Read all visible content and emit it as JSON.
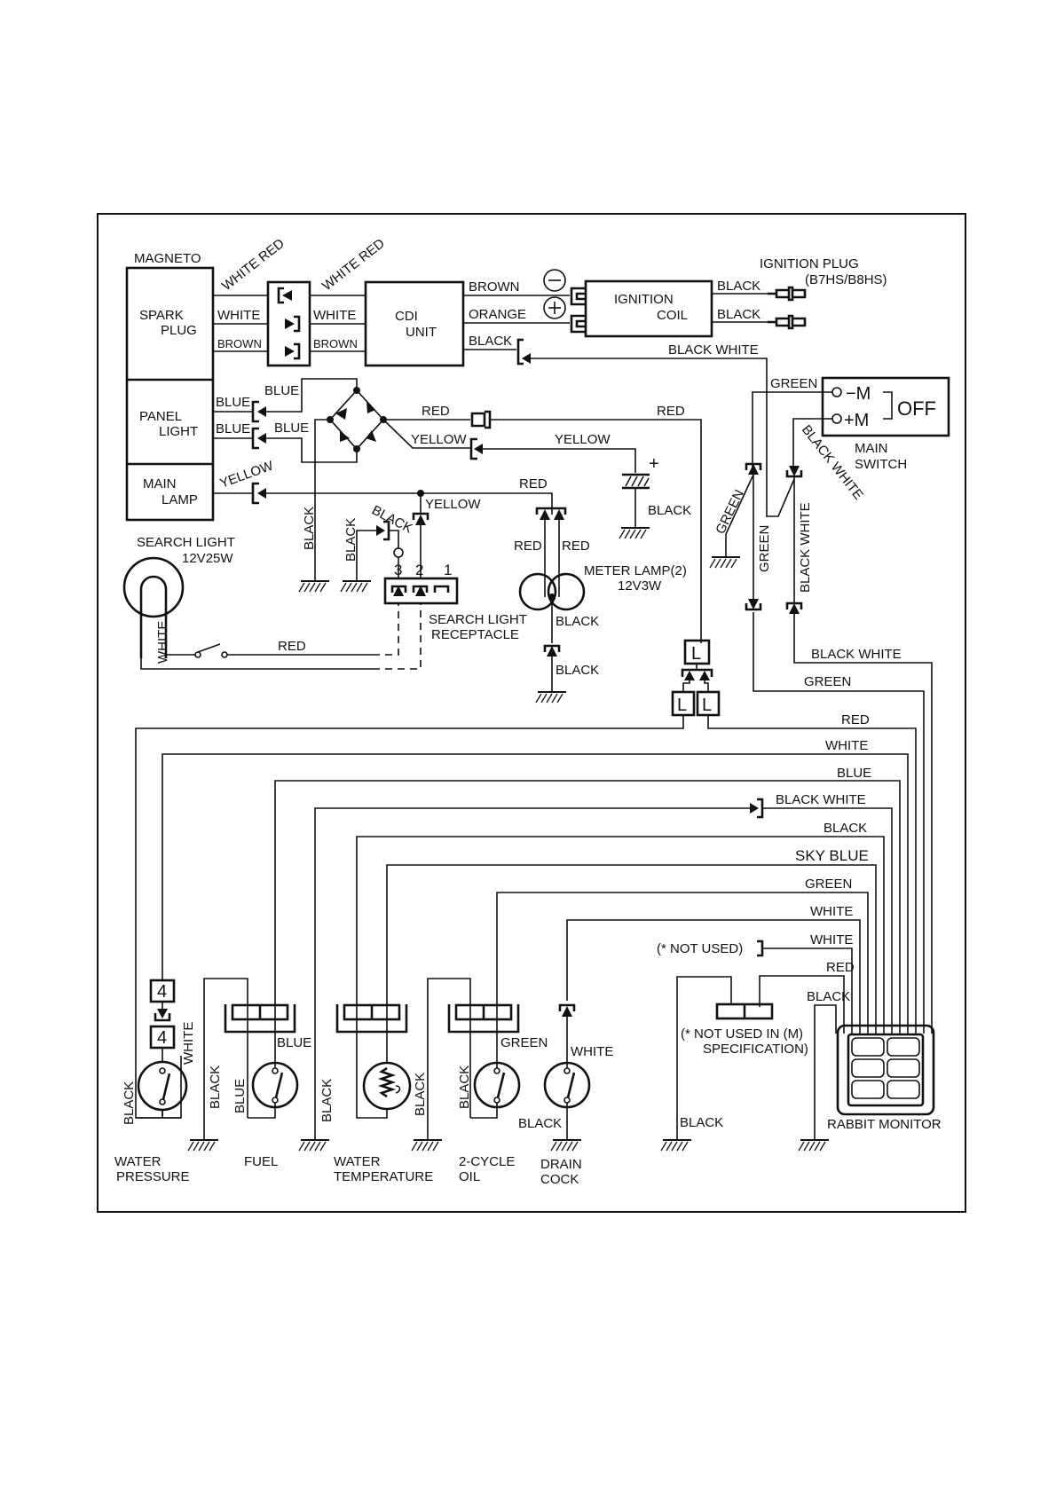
{
  "components": {
    "magneto": "MAGNETO",
    "spark_plug": [
      "SPARK",
      "PLUG"
    ],
    "panel_light": [
      "PANEL",
      "LIGHT"
    ],
    "main_lamp": [
      "MAIN",
      "LAMP"
    ],
    "cdi_unit": [
      "CDI",
      "UNIT"
    ],
    "ignition_coil": [
      "IGNITION",
      "COIL"
    ],
    "ignition_plug": [
      "IGNITION PLUG",
      "(B7HS/B8HS)"
    ],
    "main_switch": [
      "MAIN",
      "SWITCH"
    ],
    "main_switch_terminals": [
      "−M",
      "+M",
      "OFF"
    ],
    "search_light": [
      "SEARCH LIGHT",
      "12V25W"
    ],
    "search_light_receptacle": [
      "SEARCH LIGHT",
      "RECEPTACLE"
    ],
    "receptacle_pins": [
      "3",
      "2",
      "1"
    ],
    "meter_lamp": [
      "METER LAMP(2)",
      "12V3W"
    ],
    "battery_plus": "+",
    "rabbit_monitor": "RABBIT MONITOR",
    "connector_L": "L",
    "connector_4": "4",
    "not_used": "(* NOT USED)",
    "not_used_m": [
      "(* NOT USED IN (M)",
      "SPECIFICATION)"
    ]
  },
  "sensors": [
    {
      "label": [
        "WATER",
        "PRESSURE"
      ]
    },
    {
      "label": [
        "FUEL"
      ]
    },
    {
      "label": [
        "WATER",
        "TEMPERATURE"
      ]
    },
    {
      "label": [
        "2-CYCLE",
        "OIL"
      ]
    },
    {
      "label": [
        "DRAIN",
        "COCK"
      ]
    }
  ],
  "wires": {
    "white_red_1": "WHITE RED",
    "white_red_2": "WHITE RED",
    "white_1": "WHITE",
    "white_2": "WHITE",
    "brown_1": "BROWN",
    "brown_2": "BROWN",
    "cdi_brown": "BROWN",
    "cdi_orange": "ORANGE",
    "cdi_black": "BLACK",
    "coil_black_1": "BLACK",
    "coil_black_2": "BLACK",
    "black_white_top": "BLACK WHITE",
    "panel_blue_1": "BLUE",
    "panel_blue_2": "BLUE",
    "panel_blue_3": "BLUE",
    "panel_blue_4": "BLUE",
    "rect_red": "RED",
    "rect_red_right": "RED",
    "rect_yellow": "YELLOW",
    "batt_yellow": "YELLOW",
    "batt_black": "BLACK",
    "lamp_yellow": "YELLOW",
    "lamp_red": "RED",
    "lamp_yellow_2": "YELLOW",
    "gnd_black_1": "BLACK",
    "gnd_black_2": "BLACK",
    "recept_black": "BLACK",
    "meter_red_1": "RED",
    "meter_red_2": "RED",
    "meter_black_1": "BLACK",
    "meter_black_2": "BLACK",
    "search_white": "WHITE",
    "search_red": "RED",
    "sw_green": "GREEN",
    "sw_black_white": "BLACK WHITE",
    "green_diag": "GREEN",
    "green_vert": "GREEN",
    "bw_vert": "BLACK WHITE",
    "bw_bus": "BLACK WHITE",
    "green_bus": "GREEN",
    "bus": [
      "RED",
      "WHITE",
      "BLUE",
      "BLACK WHITE",
      "BLACK",
      "SKY BLUE",
      "GREEN",
      "WHITE",
      "WHITE",
      "RED",
      "BLACK"
    ],
    "wp_black": "BLACK",
    "wp_white": "WHITE",
    "fuel_black": "BLACK",
    "fuel_blue_1": "BLUE",
    "fuel_blue_2": "BLUE",
    "wt_black": "BLACK",
    "wt_black_2": "BLACK",
    "oil_black": "BLACK",
    "oil_green": "GREEN",
    "drain_white": "WHITE",
    "drain_black": "BLACK",
    "nu_black": "BLACK"
  }
}
